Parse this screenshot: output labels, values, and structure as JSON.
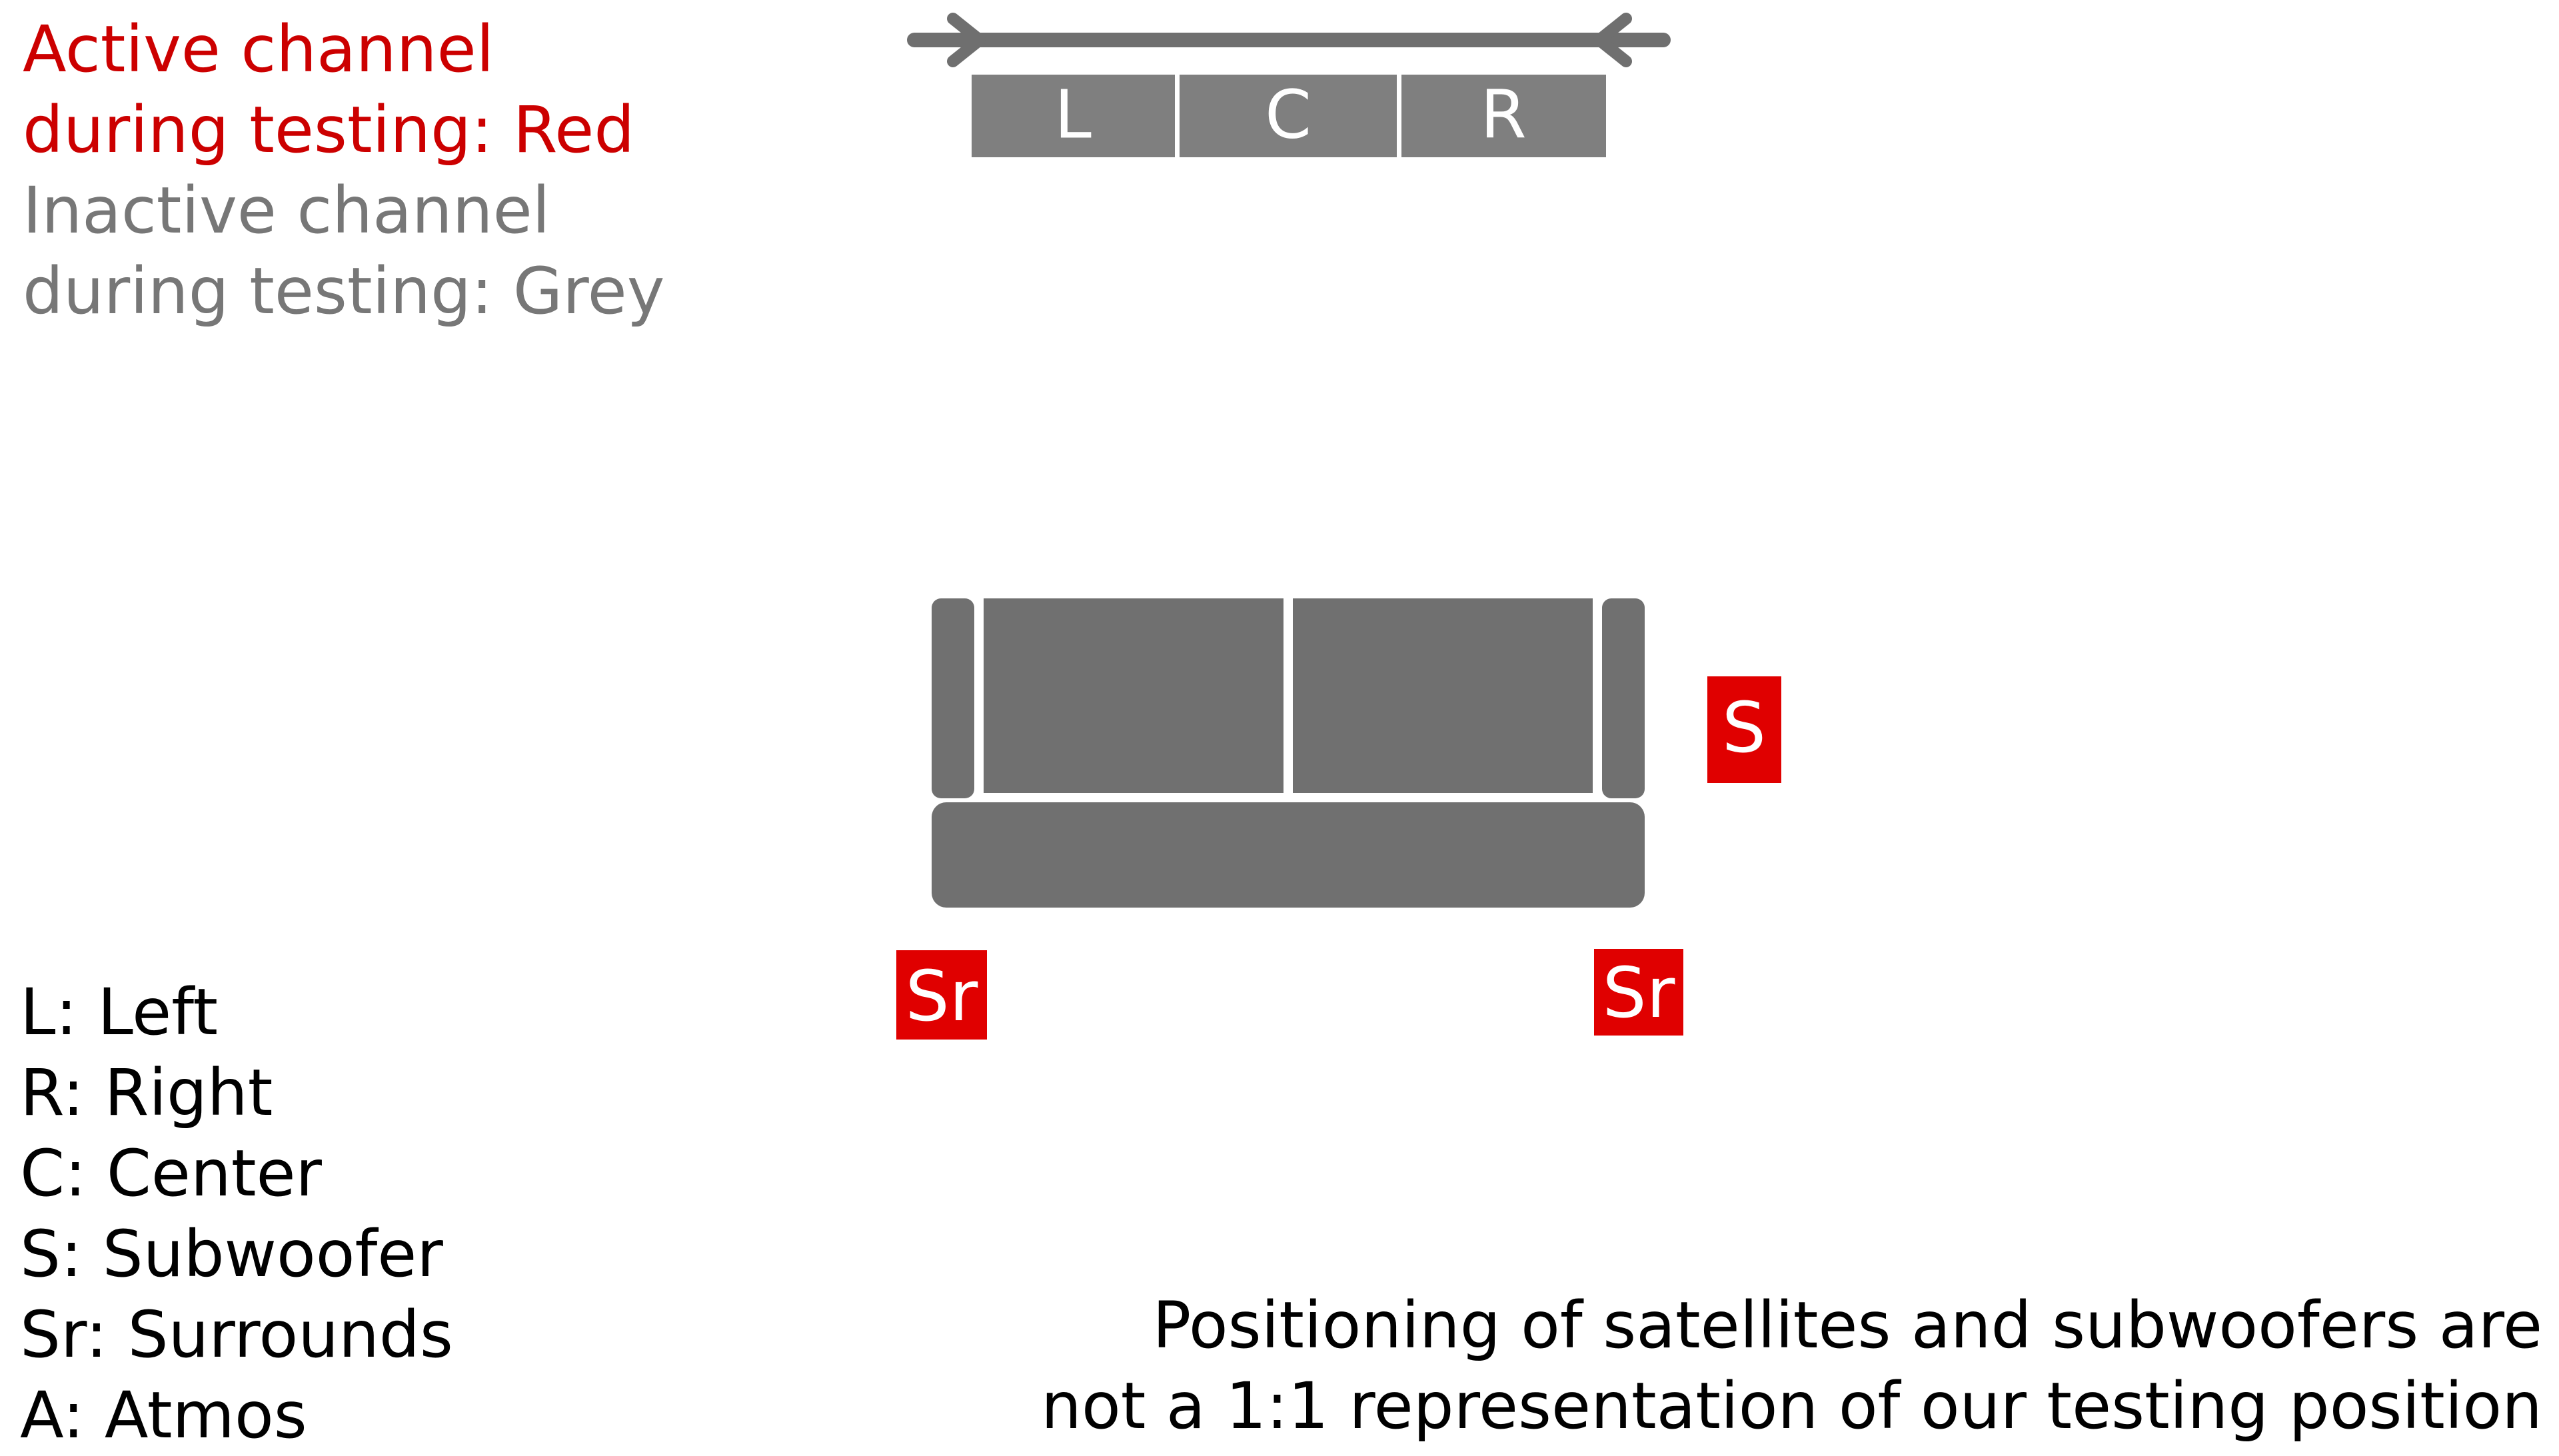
{
  "legend": {
    "active_line1": "Active channel",
    "active_line2": "during testing: Red",
    "inactive_line1": "Inactive channel",
    "inactive_line2": "during testing: Grey"
  },
  "abbreviations": [
    "L: Left",
    "R: Right",
    "C: Center",
    "S: Subwoofer",
    "Sr: Surrounds",
    "A: Atmos"
  ],
  "soundbar": {
    "segments": [
      "L",
      "C",
      "R"
    ]
  },
  "subwoofer_label": "S",
  "surround_left_label": "Sr",
  "surround_right_label": "Sr",
  "disclaimer": {
    "line1": "Positioning of satellites and subwoofers are",
    "line2": "not a 1:1 representation of our testing position"
  },
  "colors": {
    "active": "#e00000",
    "active_text": "#cc0000",
    "inactive": "#7f7f7f",
    "inactive_text": "#777777",
    "couch": "#707070",
    "legend_text": "#000000"
  }
}
